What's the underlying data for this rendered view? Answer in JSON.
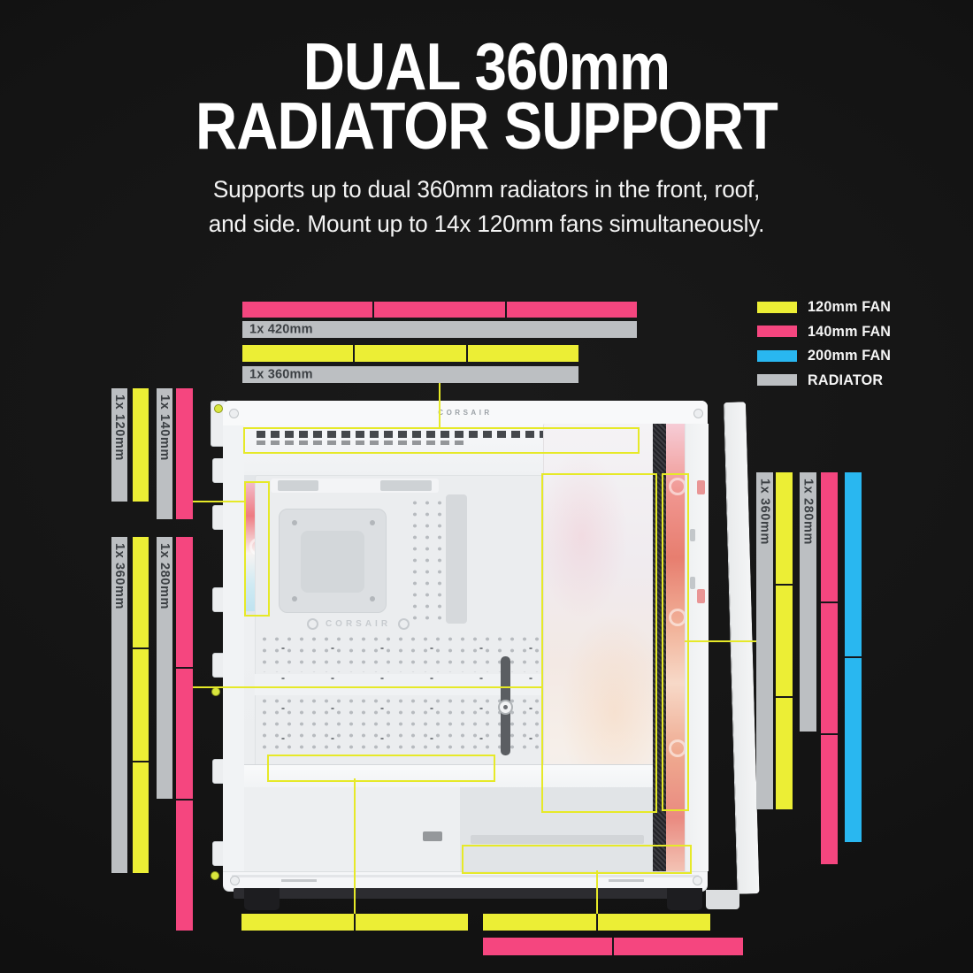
{
  "title": {
    "line1": "DUAL 360mm",
    "line2": "RADIATOR SUPPORT"
  },
  "subtitle": {
    "line1": "Supports up to dual 360mm radiators in the front, roof,",
    "line2": "and side. Mount up to 14x 120mm fans simultaneously."
  },
  "colors": {
    "fan_120mm": "#ecee35",
    "fan_140mm": "#f5467f",
    "fan_200mm": "#29b7f0",
    "radiator": "#bcbfc2",
    "annotation": "#e6e928"
  },
  "legend": {
    "items": [
      {
        "label": "120mm FAN",
        "type": "fan_120mm"
      },
      {
        "label": "140mm FAN",
        "type": "fan_140mm"
      },
      {
        "label": "200mm FAN",
        "type": "fan_200mm"
      },
      {
        "label": "RADIATOR",
        "type": "radiator"
      }
    ]
  },
  "case": {
    "top_logo": "CORSAIR",
    "tray_logo": "CORSAIR"
  },
  "bars": {
    "top_fan_140": {
      "type": "fan_140mm",
      "segments": 3
    },
    "top_rad_420": {
      "type": "radiator",
      "label": "1x 420mm"
    },
    "top_fan_120": {
      "type": "fan_120mm",
      "segments": 3
    },
    "top_rad_360": {
      "type": "radiator",
      "label": "1x 360mm"
    },
    "left1_rad_120": {
      "type": "radiator",
      "label": "1x 120mm"
    },
    "left1_fan_120": {
      "type": "fan_120mm",
      "segments": 1
    },
    "left1_rad_140": {
      "type": "radiator",
      "label": "1x 140mm"
    },
    "left1_fan_140": {
      "type": "fan_140mm",
      "segments": 1
    },
    "left2_rad_360": {
      "type": "radiator",
      "label": "1x 360mm"
    },
    "left2_fan_120": {
      "type": "fan_120mm",
      "segments": 3
    },
    "left2_rad_280": {
      "type": "radiator",
      "label": "1x 280mm"
    },
    "left2_fan_140": {
      "type": "fan_140mm",
      "segments": 3
    },
    "right_rad_360": {
      "type": "radiator",
      "label": "1x 360mm"
    },
    "right_fan_120": {
      "type": "fan_120mm",
      "segments": 3
    },
    "right_rad_280": {
      "type": "radiator",
      "label": "1x 280mm"
    },
    "right_fan_140": {
      "type": "fan_140mm",
      "segments": 3
    },
    "right_fan_200": {
      "type": "fan_200mm",
      "segments": 2
    },
    "bottom_fan_120_l": {
      "type": "fan_120mm",
      "segments": 2
    },
    "bottom_fan_120_r": {
      "type": "fan_120mm",
      "segments": 2
    },
    "bottom_fan_140": {
      "type": "fan_140mm",
      "segments": 2
    }
  },
  "highlight_zones": [
    "roof-vent",
    "front-fan-column",
    "side-radiator-panel",
    "side-fan-column",
    "shroud-edge",
    "bottom-rail"
  ]
}
